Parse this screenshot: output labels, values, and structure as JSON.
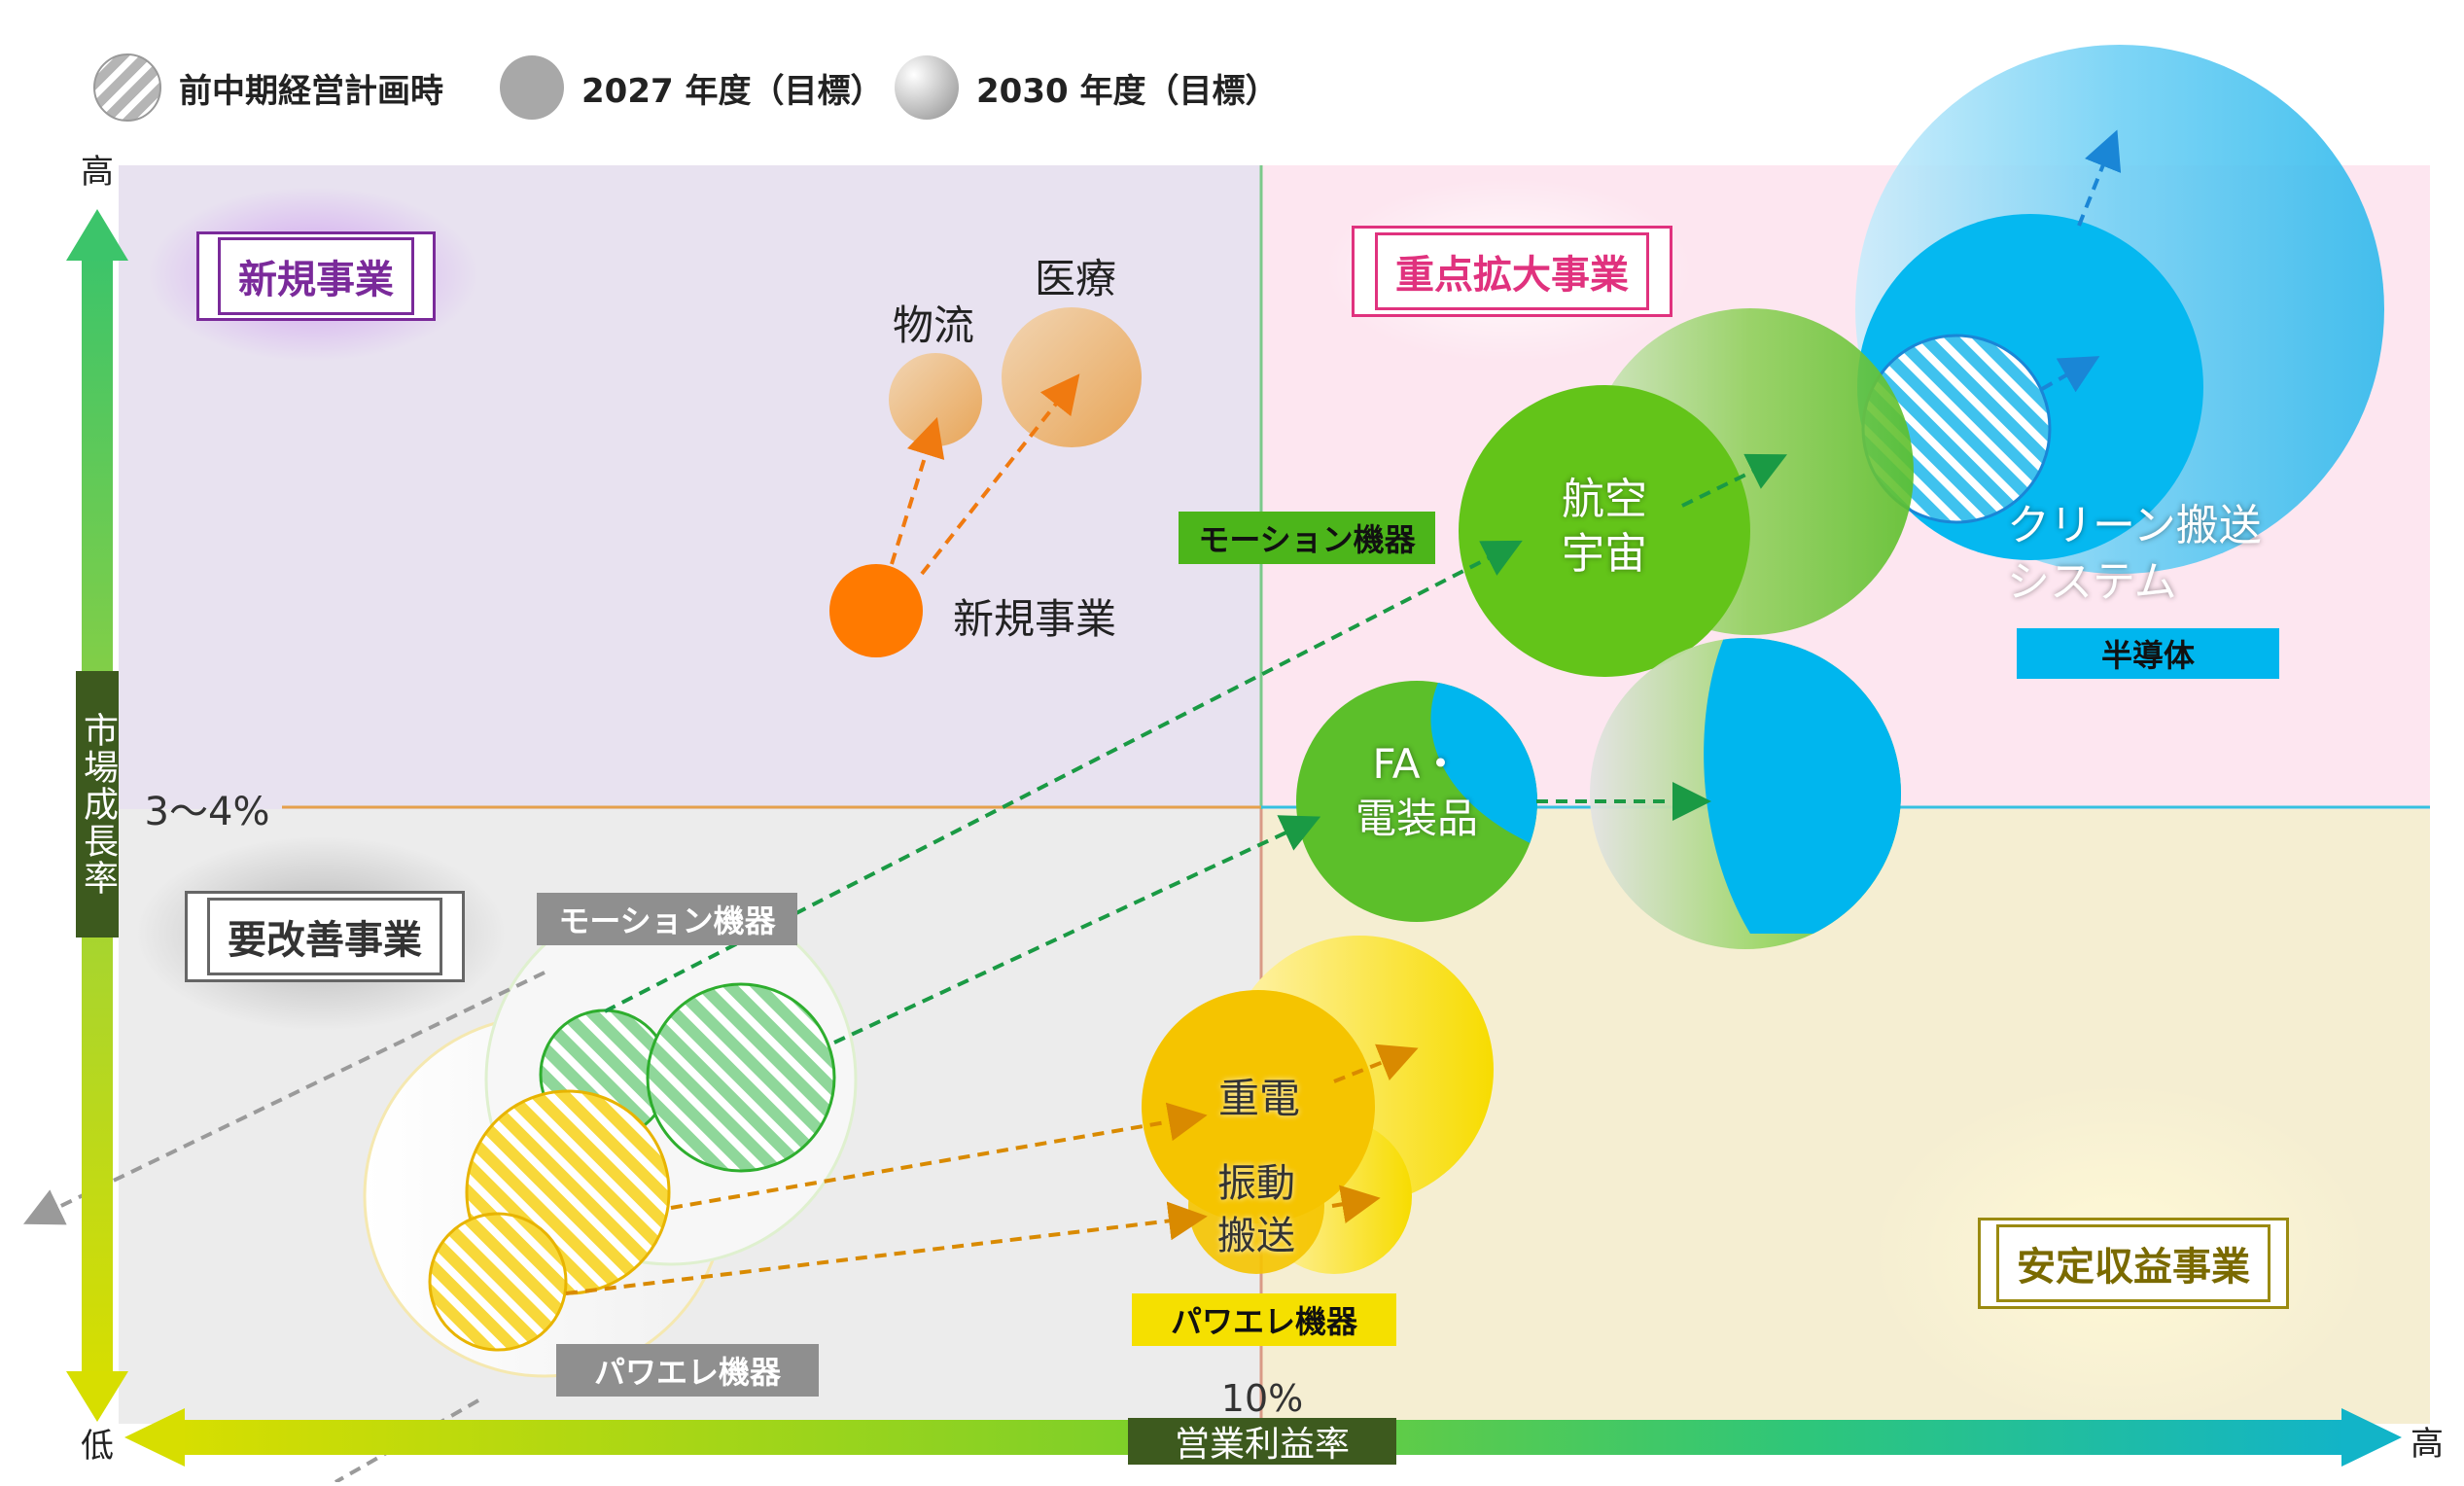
{
  "legend": {
    "mid_plan": "前中期経営計画時",
    "target_2027": "2027 年度（目標）",
    "target_2030": "2030 年度（目標）"
  },
  "axes": {
    "y_title": "市場成長率",
    "y_high": "高",
    "y_low": "低",
    "y_threshold": "3～4%",
    "x_title": "営業利益率",
    "x_high": "高",
    "x_threshold": "10%"
  },
  "quadrants": {
    "new_business": "新規事業",
    "focus_expansion": "重点拡大事業",
    "needs_improvement": "要改善事業",
    "stable_profit": "安定収益事業"
  },
  "segments": {
    "motion_top": "モーション機器",
    "motion_bottom": "モーション機器",
    "semiconductor": "半導体",
    "power_electronics_bottom": "パワエレ機器",
    "power_electronics_left": "パワエレ機器"
  },
  "bubbles": {
    "logistics": "物流",
    "medical": "医療",
    "new_business": "新規事業",
    "aero_line1": "航空",
    "aero_line2": "宇宙",
    "fa_line1": "FA・",
    "fa_line2": "電装品",
    "clean_line1": "クリーン搬送",
    "clean_line2": "システム",
    "heavy": "重電",
    "vib_line1": "振動",
    "vib_line2": "搬送"
  },
  "colors": {
    "new_business_bg": "#e8e2f0",
    "focus_bg": "#fde6f0",
    "improve_bg": "#ececec",
    "stable_bg": "#f5eed2",
    "green": "#4cb51a",
    "blue": "#00b6ee",
    "yellow": "#f5c400",
    "orange": "#ff7a00"
  }
}
